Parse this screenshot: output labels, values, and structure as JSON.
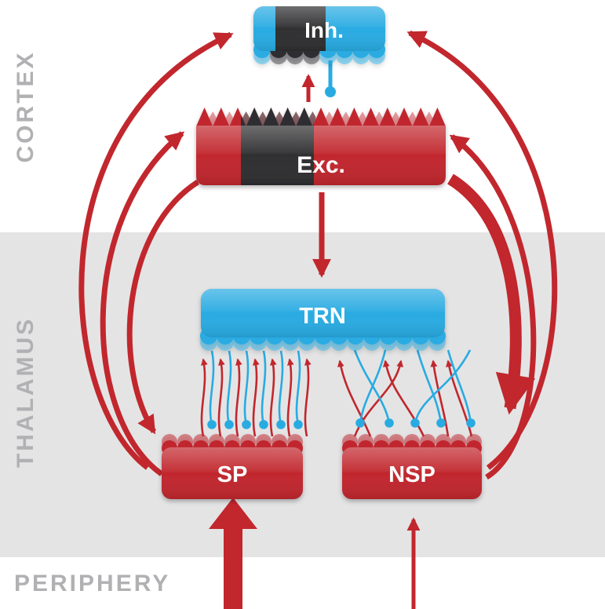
{
  "diagram": {
    "title": "Thalamocortical circuit diagram",
    "regions": {
      "cortex": "CORTEX",
      "thalamus": "THALAMUS",
      "periphery": "PERIPHERY"
    },
    "nodes": {
      "inh": "Inh.",
      "exc": "Exc.",
      "trn": "TRN",
      "sp": "SP",
      "nsp": "NSP"
    },
    "colors": {
      "excitatory_red": "#c1272d",
      "inhibitory_blue": "#29abe2",
      "segment_black": "#2f2f31",
      "thalamus_band": "#e4e4e5",
      "region_label_gray": "#b1b1b3",
      "node_text": "#ffffff"
    }
  }
}
